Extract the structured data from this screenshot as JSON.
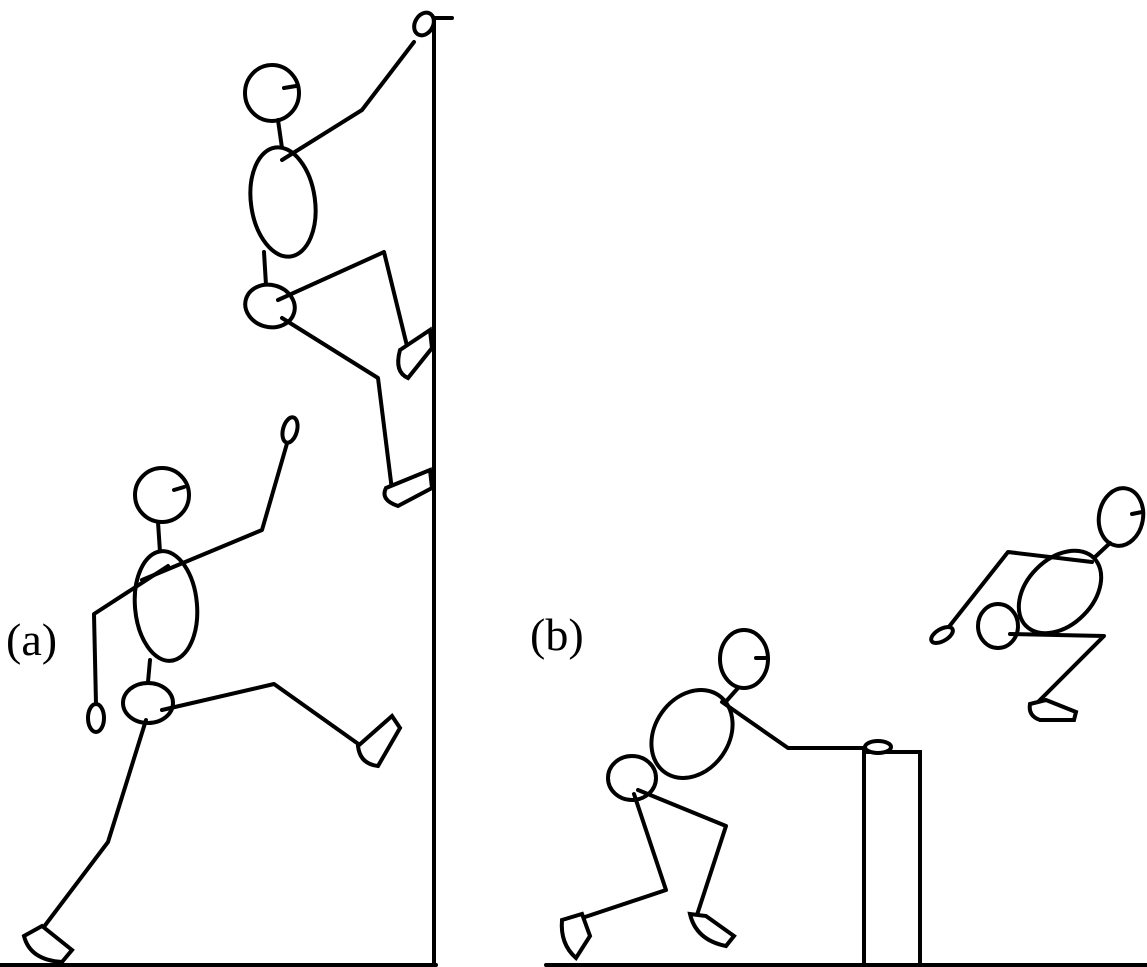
{
  "panels": [
    {
      "id": "a",
      "label": "(a)"
    },
    {
      "id": "b",
      "label": "(b)"
    }
  ],
  "colors": {
    "ink": "#000000",
    "background": "#ffffff"
  }
}
